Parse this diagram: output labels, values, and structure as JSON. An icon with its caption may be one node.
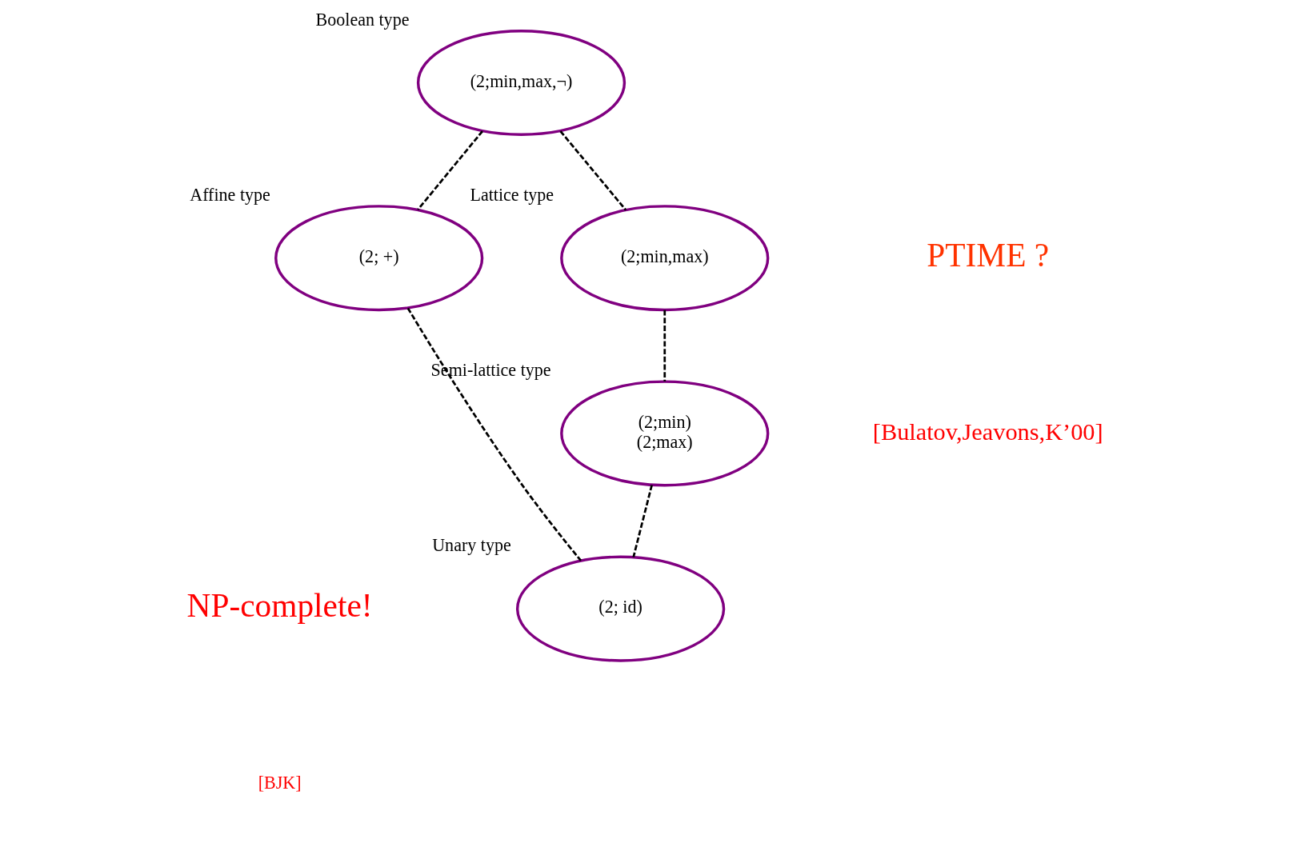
{
  "diagram": {
    "nodes": [
      {
        "text": [
          "(2;min,max,¬)"
        ],
        "beside": [
          "Boolean type"
        ]
      },
      {
        "text": [
          "(2; +)"
        ],
        "beside": [
          "Affine type"
        ]
      },
      {
        "text": [
          "(2;min,max)"
        ],
        "beside": [
          "Lattice type"
        ]
      },
      {
        "text": [
          "(2;min)",
          "(2;max)"
        ],
        "beside": [
          "Semi-lattice type"
        ]
      },
      {
        "text": [
          "(2; id)"
        ],
        "beside": [
          "Unary type"
        ]
      }
    ],
    "edges": [
      {
        "from": 0,
        "to": 1,
        "arrow": "none",
        "style": "dashed"
      },
      {
        "from": 0,
        "to": 2,
        "arrow": "none",
        "style": "dashed"
      },
      {
        "from": 2,
        "to": 3,
        "arrow": "none",
        "style": "dashed"
      },
      {
        "from": 1,
        "to": 4,
        "arrow": "none",
        "style": "dashed"
      },
      {
        "from": 3,
        "to": 4,
        "arrow": "none",
        "style": "dashed"
      }
    ],
    "labels": [
      "PTIME ?",
      "[Bulatov,Jeavons,K’00]",
      "NP-complete!",
      "[BJK]"
    ]
  }
}
